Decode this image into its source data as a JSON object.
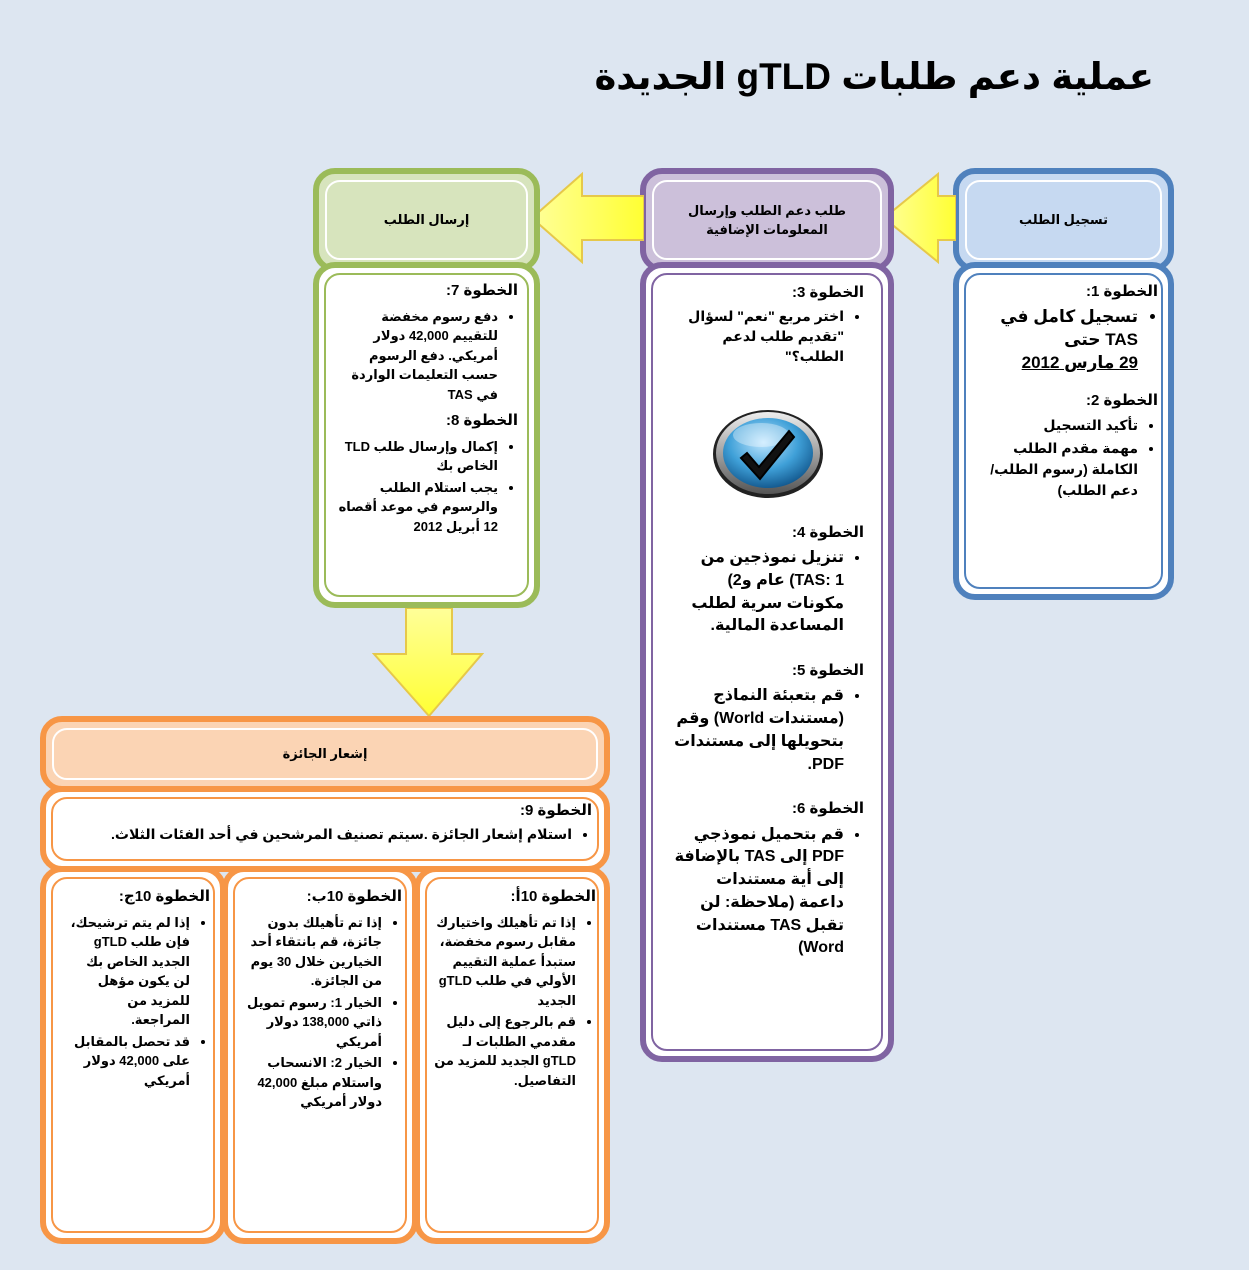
{
  "title": "عملية دعم طلبات gTLD الجديدة",
  "columns": {
    "register": {
      "header": "تسجيل الطلب",
      "step1_title": "الخطوة 1:",
      "step1_items": [
        "تسجيل كامل في TAS حتى"
      ],
      "step1_date": "29 مارس 2012",
      "step2_title": "الخطوة 2:",
      "step2_items": [
        "تأكيد التسجيل",
        "مهمة مقدم الطلب الكاملة (رسوم الطلب/دعم الطلب)"
      ]
    },
    "support": {
      "header": "طلب دعم الطلب وإرسال المعلومات الإضافية",
      "step3_title": "الخطوة 3:",
      "step3_item": "اختر مربع \"نعم\" لسؤال \"تقديم طلب لدعم الطلب؟\"",
      "step4_title": "الخطوة 4:",
      "step4_item": "تنزيل نموذجين من TAS: 1) عام و2) مكونات سرية لطلب المساعدة المالية.",
      "step5_title": "الخطوة 5:",
      "step5_item": "قم بتعبئة النماذج (مستندات World) وقم بتحويلها إلى مستندات PDF.",
      "step6_title": "الخطوة 6:",
      "step6_item": "قم بتحميل نموذجي PDF إلى TAS بالإضافة إلى أية مستندات داعمة (ملاحظة: لن تقبل TAS مستندات Word)",
      "check_icon": "checkmark-icon"
    },
    "submit": {
      "header": "إرسال الطلب",
      "step7_title": "الخطوة 7:",
      "step7_item": "دفع رسوم مخفضة للتقييم 42,000 دولار أمريكي. دفع الرسوم حسب التعليمات الواردة في TAS",
      "step8_title": "الخطوة 8:",
      "step8_items": [
        "إكمال وإرسال طلب TLD الخاص بك",
        "يجب استلام الطلب والرسوم في موعد أقصاه 12 أبريل 2012"
      ]
    }
  },
  "award": {
    "header": "إشعار الجائزة",
    "step9_title": "الخطوة 9:",
    "step9_item": "استلام إشعار الجائزة .سيتم تصنيف المرشحين في أحد الفئات الثلاث.",
    "step10a_title": "الخطوة 10أ:",
    "step10a_items": [
      "إذا تم تأهيلك واختيارك مقابل رسوم مخفضة، ستبدأ عملية التقييم الأولي في طلب gTLD الجديد",
      "قم بالرجوع إلى دليل مقدمي الطلبات لـ gTLD الجديد للمزيد من التفاصيل."
    ],
    "step10b_title": "الخطوة 10ب:",
    "step10b_items": [
      "إذا تم تأهيلك بدون جائزة، قم بانتقاء أحد الخيارين خلال 30 يوم من الجائزة.",
      "الخيار 1: رسوم تمويل ذاتي 138,000 دولار أمريكي",
      "الخيار 2: الانسحاب واستلام مبلغ 42,000 دولار أمريكي"
    ],
    "step10c_title": "الخطوة 10ج:",
    "step10c_items": [
      "إذا لم يتم ترشيحك، فإن طلب gTLD الجديد الخاص بك لن يكون مؤهل للمزيد من المراجعة.",
      "قد تحصل بالمقابل على 42,000 دولار أمريكي"
    ]
  },
  "colors": {
    "background": "#dde6f1",
    "blue": "#4f81bd",
    "purple": "#8064a2",
    "green": "#9bbb59",
    "orange": "#f79646",
    "arrow": "#ffff66"
  }
}
